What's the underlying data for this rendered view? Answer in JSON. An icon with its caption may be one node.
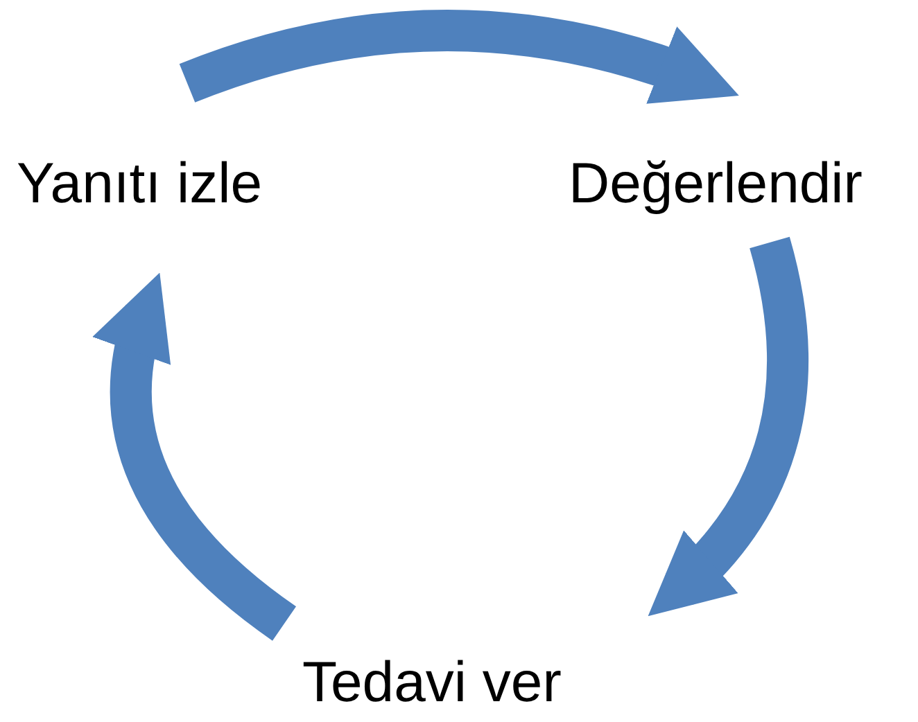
{
  "diagram": {
    "nodes": [
      {
        "text": [
          "Yanıtı izle"
        ]
      },
      {
        "text": [
          "Değerlendir"
        ]
      },
      {
        "text": [
          "Tedavi ver"
        ]
      }
    ],
    "edges": [
      {
        "from": 0,
        "to": 1,
        "arrow": "to"
      },
      {
        "from": 1,
        "to": 2,
        "arrow": "to"
      },
      {
        "from": 2,
        "to": 0,
        "arrow": "to"
      }
    ]
  }
}
